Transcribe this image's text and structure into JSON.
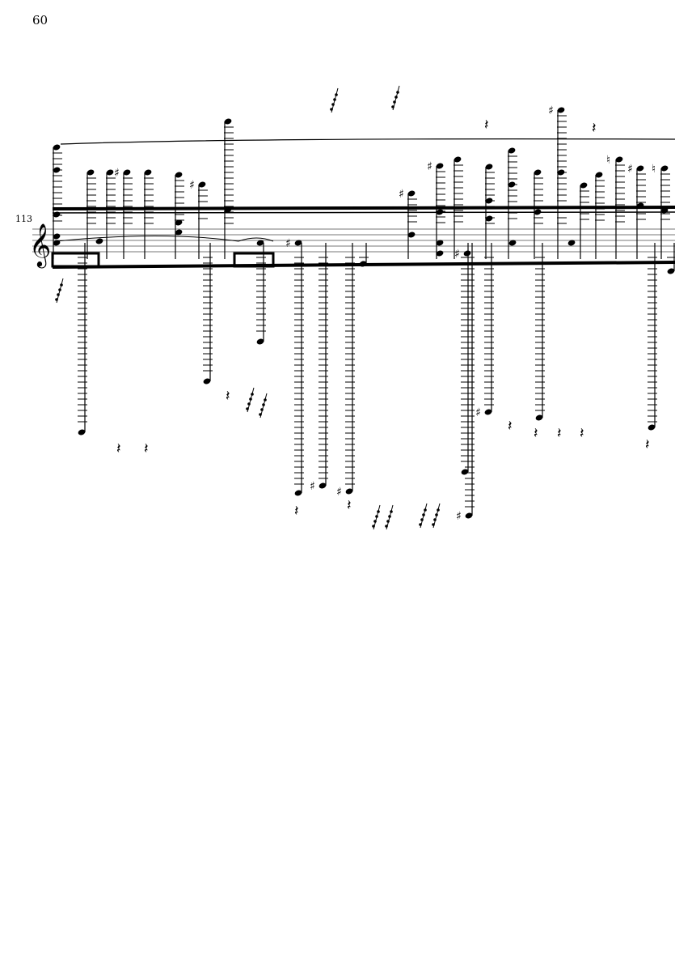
{
  "page": {
    "number": "60"
  },
  "system": {
    "measure_number": "113",
    "clef": "treble"
  },
  "glyphs": {
    "sharp": "♯",
    "natural": "♮",
    "rest": "𝄽",
    "clef": "𝄞"
  }
}
